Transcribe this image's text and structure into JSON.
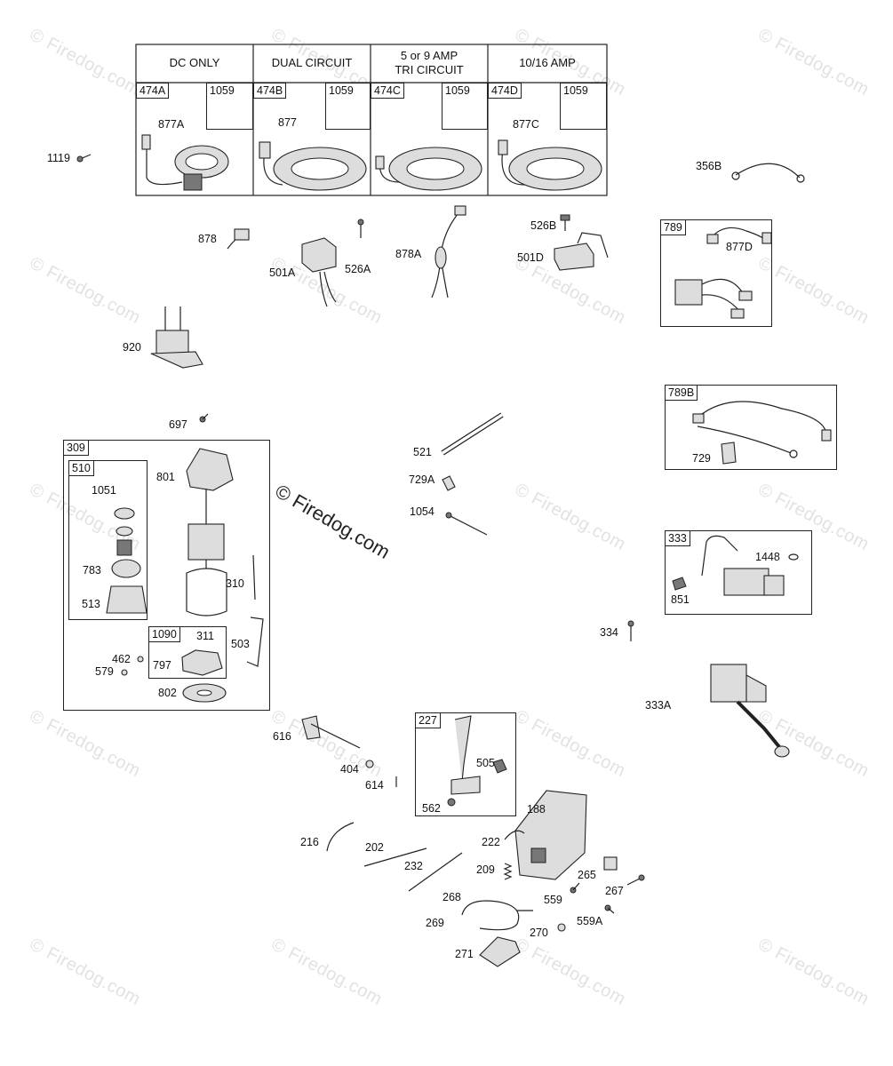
{
  "watermark": {
    "text": "© Firedog.com",
    "center_text": "© Firedog.com"
  },
  "alternator_table": {
    "headers": [
      "DC ONLY",
      "DUAL CIRCUIT",
      "5  or  9  AMP\nTRI CIRCUIT",
      "10/16 AMP"
    ],
    "columns": [
      {
        "stator_ref": "474A",
        "screw_ref": "1059",
        "wire_ref": "877A"
      },
      {
        "stator_ref": "474B",
        "screw_ref": "1059",
        "wire_ref": "877"
      },
      {
        "stator_ref": "474C",
        "screw_ref": "1059",
        "wire_ref": ""
      },
      {
        "stator_ref": "474D",
        "screw_ref": "1059",
        "wire_ref": "877C"
      }
    ]
  },
  "kit_boxes": {
    "k309": "309",
    "k510": "510",
    "k1090": "1090",
    "k789": "789",
    "k789B": "789B",
    "k333": "333",
    "k227": "227"
  },
  "parts": {
    "p1119": "1119",
    "p356B": "356B",
    "p878": "878",
    "p501A": "501A",
    "p526A": "526A",
    "p878A": "878A",
    "p526B": "526B",
    "p501D": "501D",
    "p877D": "877D",
    "p920": "920",
    "p697": "697",
    "p521": "521",
    "p729A": "729A",
    "p1054": "1054",
    "p729": "729",
    "p1448": "1448",
    "p851": "851",
    "p334": "334",
    "p333A": "333A",
    "p1051": "1051",
    "p801": "801",
    "p783": "783",
    "p513": "513",
    "p310": "310",
    "p311": "311",
    "p797": "797",
    "p503": "503",
    "p462": "462",
    "p579": "579",
    "p802": "802",
    "p616": "616",
    "p404": "404",
    "p614": "614",
    "p505": "505",
    "p562": "562",
    "p188": "188",
    "p216": "216",
    "p202": "202",
    "p222": "222",
    "p232": "232",
    "p209": "209",
    "p265": "265",
    "p267": "267",
    "p268": "268",
    "p559": "559",
    "p269": "269",
    "p270": "270",
    "p559A": "559A",
    "p271": "271"
  }
}
